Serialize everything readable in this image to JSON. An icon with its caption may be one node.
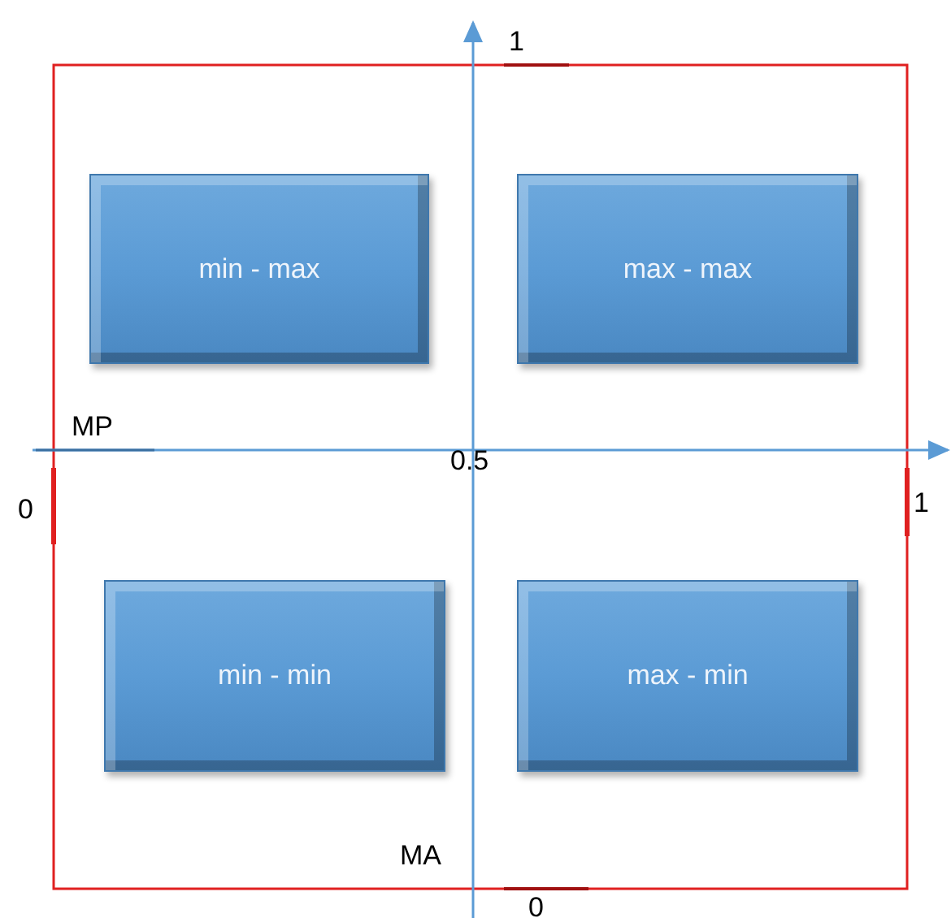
{
  "diagram": {
    "nodes": [
      {
        "text": [
          "min - max"
        ]
      },
      {
        "text": [
          "max - max"
        ]
      },
      {
        "text": [
          "min - min"
        ]
      },
      {
        "text": [
          "max - min"
        ]
      }
    ],
    "labels": [
      "1",
      "MP",
      "0",
      "0.5",
      "1",
      "MA",
      "0"
    ]
  }
}
